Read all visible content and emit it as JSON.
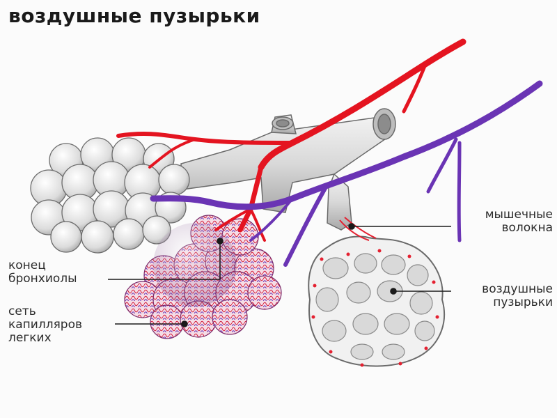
{
  "title": "воздушные пузырьки",
  "labels": {
    "bronchiole_end": [
      "конец",
      "бронхиолы"
    ],
    "capillary_net": [
      "сеть",
      "капилляров",
      "легких"
    ],
    "muscle_fibers": [
      "мышечные",
      "волокна"
    ],
    "air_sacs": [
      "воздушные",
      "пузырьки"
    ]
  },
  "colors": {
    "artery": "#e41420",
    "vein": "#6a34b4",
    "bronchi": "#d6d6d6",
    "alveoli": "#e6e6e6",
    "outline": "#5a5a5a"
  }
}
